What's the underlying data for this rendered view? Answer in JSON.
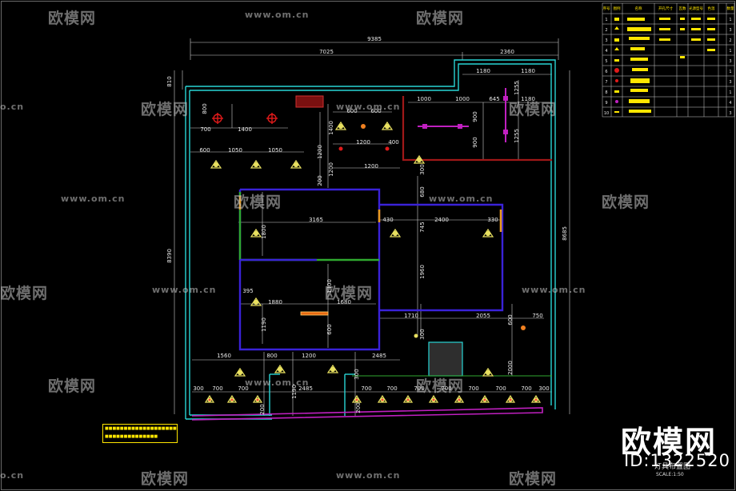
{
  "watermark": {
    "logo_text": "欧模网",
    "url_text": "www.om.cn",
    "url_fragment": "o.cn",
    "id_text": "ID:1322520"
  },
  "plan": {
    "dimensions": {
      "total_width": "9385",
      "left_width": "7025",
      "right_width": "2360",
      "left_height": "8390",
      "right_height": "8685",
      "top_offset": "810",
      "d1180a": "1180",
      "d1180b": "1180",
      "d1000a": "1000",
      "d1000b": "1000",
      "d645": "645",
      "d1255a": "1255",
      "d1255b": "1255",
      "d700a": "700",
      "d1400a": "1400",
      "d800": "800",
      "d1050a": "1050",
      "d1050b": "1050",
      "d600": "600",
      "d1200a": "1200",
      "d1200b": "1200",
      "d400": "400",
      "d3165": "3165",
      "d430": "430",
      "d2400": "2400",
      "d330": "330",
      "d1880": "1880",
      "d1680": "1680",
      "d395": "395",
      "d1710": "1710",
      "d2055": "2055",
      "d750": "750",
      "d1560": "1560",
      "d2485a": "2485",
      "d2485b": "2485",
      "d2000": "2000",
      "d300a": "300",
      "d300b": "300",
      "d1190": "1190",
      "d1960": "1960",
      "d745": "745",
      "d680": "680",
      "d1800": "1800",
      "d900": "900",
      "d200": "200"
    },
    "bottom_row": [
      "300",
      "700",
      "700",
      "700",
      "700",
      "700",
      "700",
      "700",
      "700",
      "700",
      "700",
      "700",
      "300"
    ],
    "note_lines": [
      "■■■■■■■■■■■■■■■■■■■■",
      "■■■■■■■■■■■■■■"
    ],
    "title": "灯具布置图",
    "scale": "SCALE:1:50"
  },
  "legend": {
    "headers": [
      "序号",
      "图例",
      "名称",
      "开孔尺寸",
      "瓦数",
      "光源型号",
      "色温",
      "数量"
    ],
    "row_numbers": [
      "1",
      "2",
      "3",
      "4",
      "5",
      "6",
      "7",
      "8",
      "9",
      "10"
    ],
    "counts": [
      "1",
      "3",
      "2",
      "1",
      "3",
      "1",
      "3",
      "1",
      "4",
      "3"
    ]
  },
  "colors": {
    "wall_cyan": "#29d5d5",
    "partition_blue": "#3a22d8",
    "partition_green": "#2fa92f",
    "light_yellow": "#e8e060",
    "dim_white": "#d8d8d8",
    "magenta": "#c020c0",
    "red": "#e01a1a"
  }
}
